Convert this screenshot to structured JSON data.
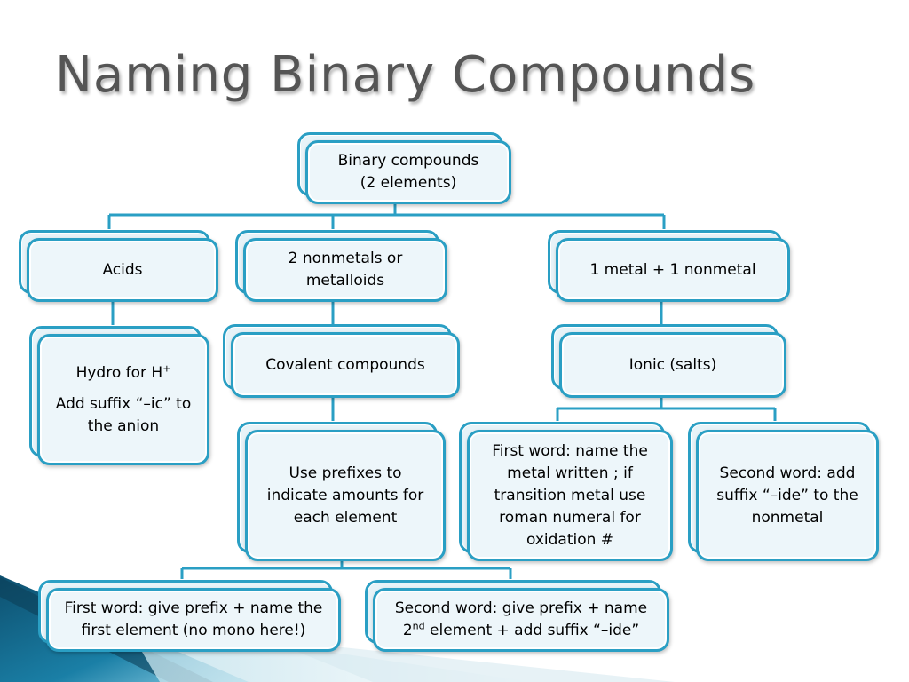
{
  "slide": {
    "title": "Naming Binary Compounds"
  },
  "colors": {
    "border": "#2a9fc4",
    "fill": "#edf6fa",
    "connector": "#2a9fc4",
    "title": "#555555"
  },
  "nodes": {
    "root": {
      "line1": "Binary compounds",
      "line2": "(2 elements)"
    },
    "acids": {
      "label": "Acids"
    },
    "acids_detail": {
      "line1": "Hydro  for H",
      "line1_sup": "+",
      "line2": "Add suffix “–ic” to",
      "line3": "the anion"
    },
    "nonmetals": {
      "line1": "2 nonmetals or",
      "line2": "metalloids"
    },
    "metal_nonmetal": {
      "label": "1 metal + 1 nonmetal"
    },
    "covalent": {
      "label": "Covalent compounds"
    },
    "ionic": {
      "label": "Ionic (salts)"
    },
    "prefixes": {
      "line1": "Use prefixes to",
      "line2": "indicate amounts for",
      "line3": "each element"
    },
    "ionic_first": {
      "line1": "First word: name the",
      "line2": "metal written ; if",
      "line3": "transition metal use",
      "line4": "roman numeral for",
      "line5": "oxidation #"
    },
    "ionic_second": {
      "line1": "Second word: add",
      "line2": "suffix “–ide” to the",
      "line3": "nonmetal"
    },
    "cov_first": {
      "line1": "First word: give prefix + name the",
      "line2": "first element (no mono here!)"
    },
    "cov_second": {
      "line1": "Second word: give prefix + name",
      "line2a": "2",
      "line2_sup": "nd",
      "line2b": " element + add suffix “–ide”"
    }
  }
}
